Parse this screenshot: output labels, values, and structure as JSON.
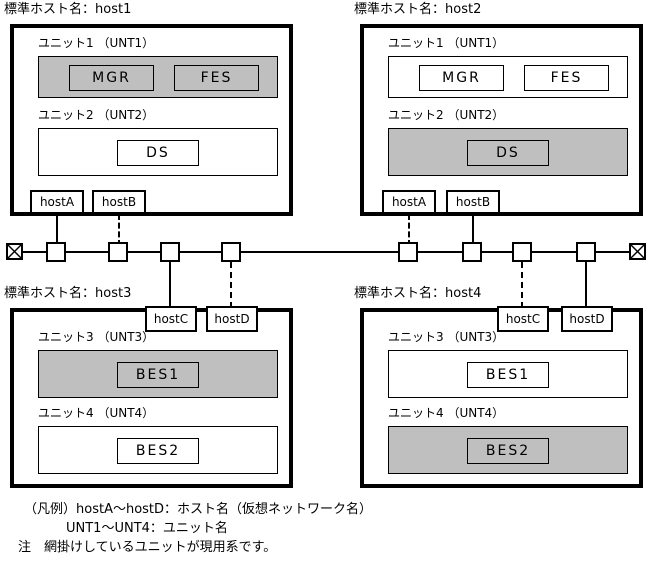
{
  "diagram": {
    "hosts": [
      {
        "id": "host1",
        "title": "標準ホスト名：host1",
        "units": [
          {
            "label": "ユニット1 （UNT1）",
            "shaded": true,
            "processes": [
              "MGR",
              "FES"
            ]
          },
          {
            "label": "ユニット2 （UNT2）",
            "shaded": false,
            "processes": [
              "DS"
            ]
          }
        ],
        "hostnames": [
          {
            "label": "hostA",
            "line": "solid"
          },
          {
            "label": "hostB",
            "line": "dashed"
          }
        ]
      },
      {
        "id": "host2",
        "title": "標準ホスト名：host2",
        "units": [
          {
            "label": "ユニット1 （UNT1）",
            "shaded": false,
            "processes": [
              "MGR",
              "FES"
            ]
          },
          {
            "label": "ユニット2 （UNT2）",
            "shaded": true,
            "processes": [
              "DS"
            ]
          }
        ],
        "hostnames": [
          {
            "label": "hostA",
            "line": "dashed"
          },
          {
            "label": "hostB",
            "line": "solid"
          }
        ]
      },
      {
        "id": "host3",
        "title": "標準ホスト名：host3",
        "units": [
          {
            "label": "ユニット3 （UNT3）",
            "shaded": true,
            "processes": [
              "BES1"
            ]
          },
          {
            "label": "ユニット4 （UNT4）",
            "shaded": false,
            "processes": [
              "BES2"
            ]
          }
        ],
        "hostnames": [
          {
            "label": "hostC",
            "line": "solid"
          },
          {
            "label": "hostD",
            "line": "dashed"
          }
        ]
      },
      {
        "id": "host4",
        "title": "標準ホスト名：host4",
        "units": [
          {
            "label": "ユニット3 （UNT3）",
            "shaded": false,
            "processes": [
              "BES1"
            ]
          },
          {
            "label": "ユニット4 （UNT4）",
            "shaded": true,
            "processes": [
              "BES2"
            ]
          }
        ],
        "hostnames": [
          {
            "label": "hostC",
            "line": "dashed"
          },
          {
            "label": "hostD",
            "line": "solid"
          }
        ]
      }
    ],
    "network": {
      "terminator_icon": "crossed-square",
      "tap_icon": "square-tap",
      "tap_count": 8
    },
    "legend": {
      "line1": "（凡例）hostA〜hostD：ホスト名（仮想ネットワーク名）",
      "line2": "UNT1〜UNT4：ユニット名",
      "line3": "注　網掛けしているユニットが現用系です。"
    },
    "colors": {
      "shade": "#bfbfbf",
      "line": "#000000",
      "background": "#ffffff"
    }
  }
}
